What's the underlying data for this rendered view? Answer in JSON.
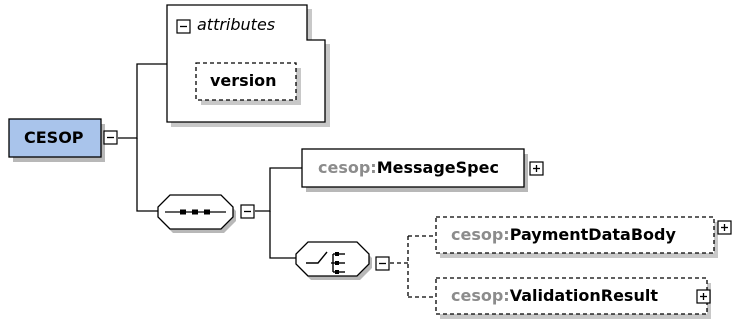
{
  "root": {
    "name": "CESOP"
  },
  "attributes": {
    "label": "attributes",
    "items": [
      {
        "name": "version"
      }
    ]
  },
  "sequence": {
    "compositor": "sequence"
  },
  "message_spec": {
    "prefix": "cesop:",
    "name": "MessageSpec"
  },
  "choice": {
    "compositor": "choice"
  },
  "payment_data_body": {
    "prefix": "cesop:",
    "name": "PaymentDataBody"
  },
  "validation_result": {
    "prefix": "cesop:",
    "name": "ValidationResult"
  },
  "colors": {
    "root_fill": "#a9c4eb",
    "root_border": "#000000",
    "shadow": "#b8b8b8",
    "connector": "#000000",
    "prefix": "#8c8c8c"
  }
}
